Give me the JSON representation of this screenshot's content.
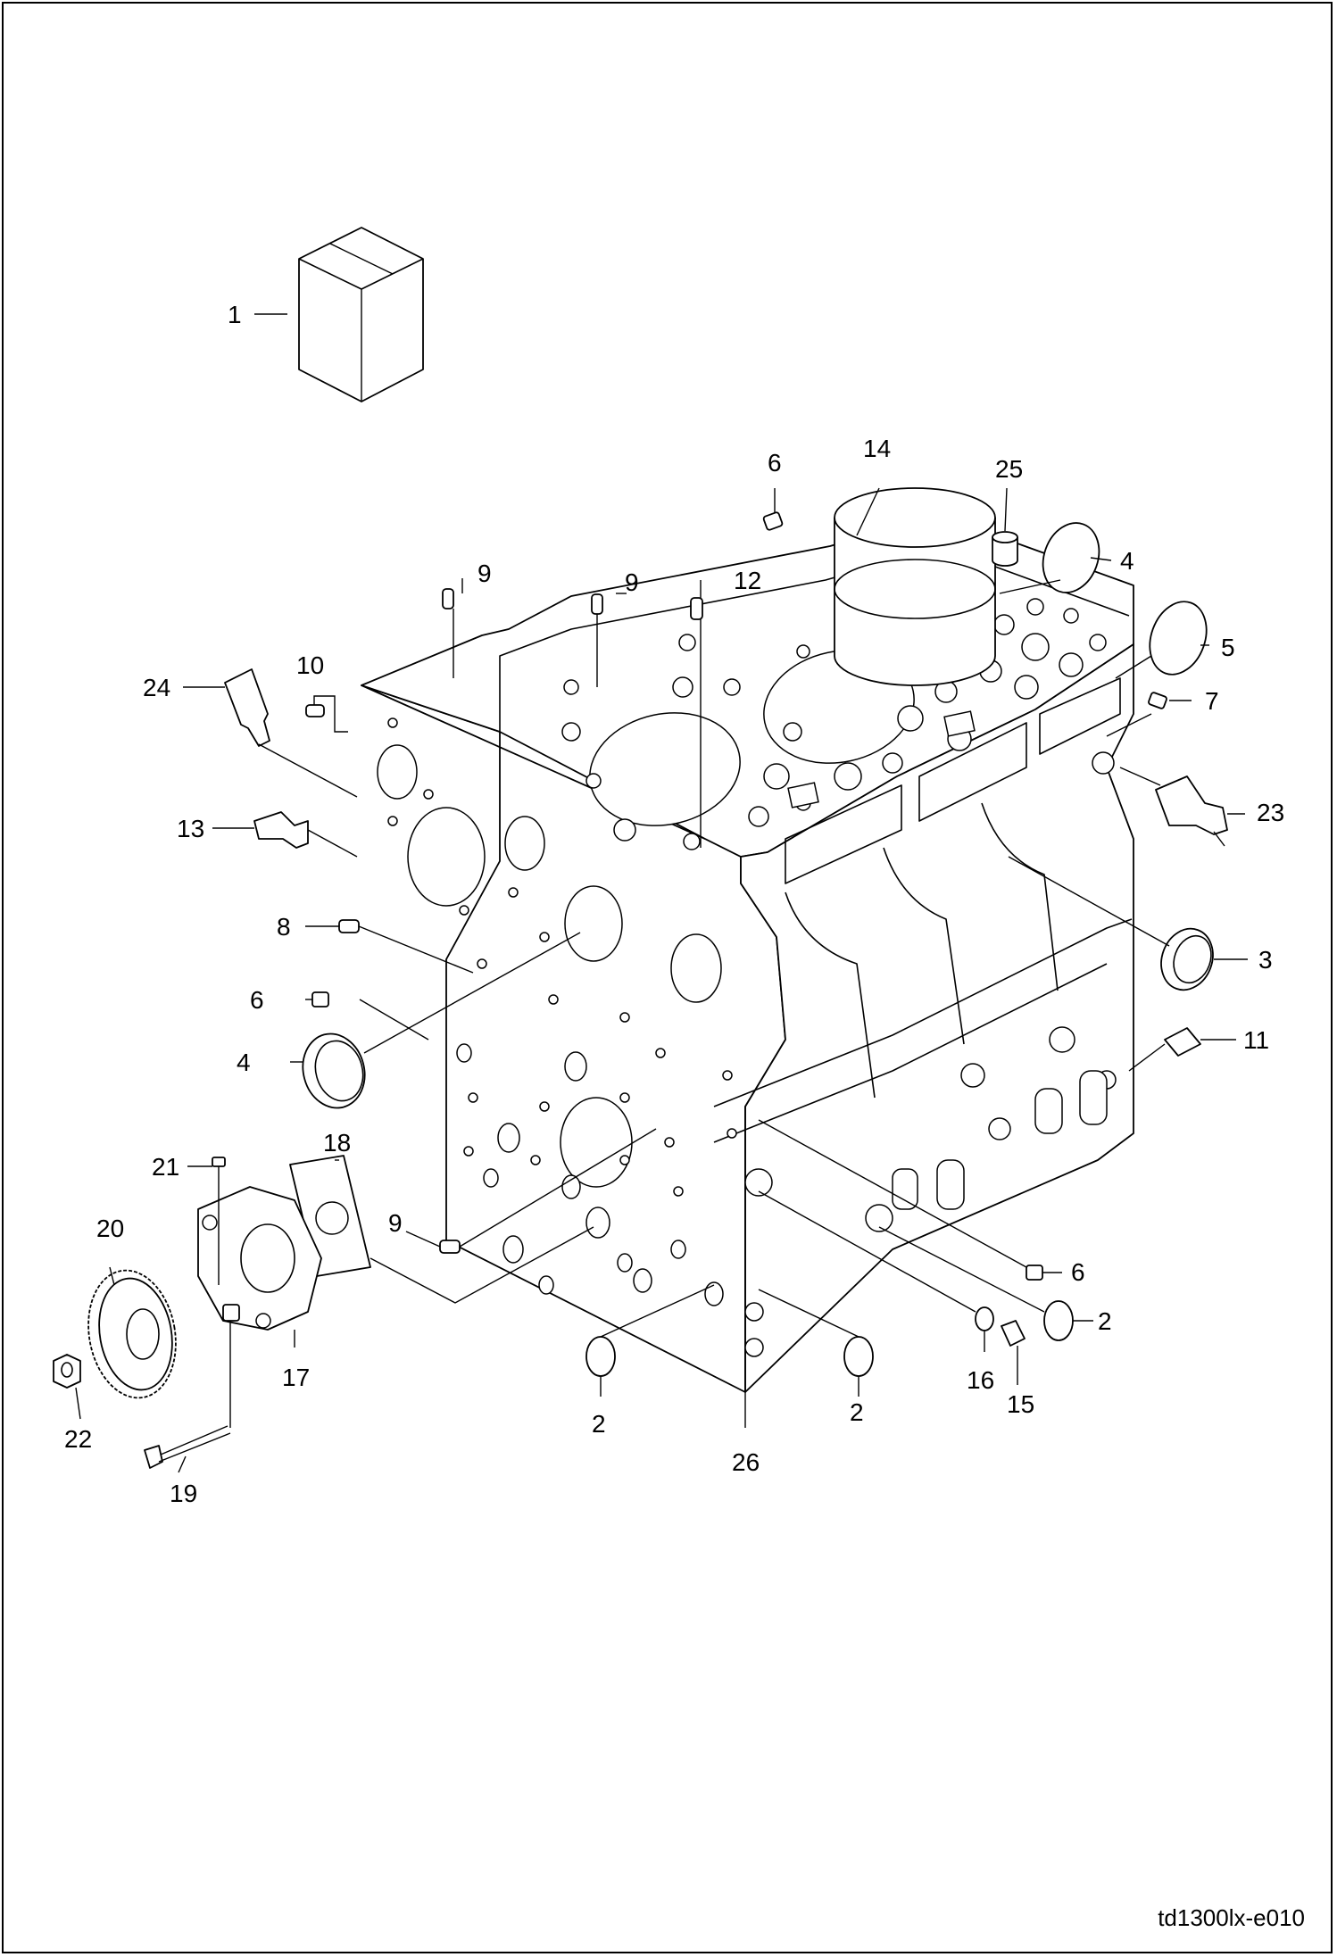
{
  "figure": {
    "reference": "td1300lx-e010"
  },
  "callouts": [
    {
      "id": "c1",
      "label": "1"
    },
    {
      "id": "c14",
      "label": "14"
    },
    {
      "id": "c25",
      "label": "25"
    },
    {
      "id": "c6a",
      "label": "6"
    },
    {
      "id": "c4a",
      "label": "4"
    },
    {
      "id": "c5",
      "label": "5"
    },
    {
      "id": "c9a",
      "label": "9"
    },
    {
      "id": "c9b",
      "label": "9"
    },
    {
      "id": "c12",
      "label": "12"
    },
    {
      "id": "c10",
      "label": "10"
    },
    {
      "id": "c24",
      "label": "24"
    },
    {
      "id": "c7",
      "label": "7"
    },
    {
      "id": "c23",
      "label": "23"
    },
    {
      "id": "c13",
      "label": "13"
    },
    {
      "id": "c3",
      "label": "3"
    },
    {
      "id": "c8",
      "label": "8"
    },
    {
      "id": "c6b",
      "label": "6"
    },
    {
      "id": "c4b",
      "label": "4"
    },
    {
      "id": "c11",
      "label": "11"
    },
    {
      "id": "c21",
      "label": "21"
    },
    {
      "id": "c18",
      "label": "18"
    },
    {
      "id": "c20",
      "label": "20"
    },
    {
      "id": "c9c",
      "label": "9"
    },
    {
      "id": "c6c",
      "label": "6"
    },
    {
      "id": "c2a",
      "label": "2"
    },
    {
      "id": "c17",
      "label": "17"
    },
    {
      "id": "c22",
      "label": "22"
    },
    {
      "id": "c16",
      "label": "16"
    },
    {
      "id": "c15",
      "label": "15"
    },
    {
      "id": "c2b",
      "label": "2"
    },
    {
      "id": "c2c",
      "label": "2"
    },
    {
      "id": "c26",
      "label": "26"
    },
    {
      "id": "c19",
      "label": "19"
    }
  ]
}
